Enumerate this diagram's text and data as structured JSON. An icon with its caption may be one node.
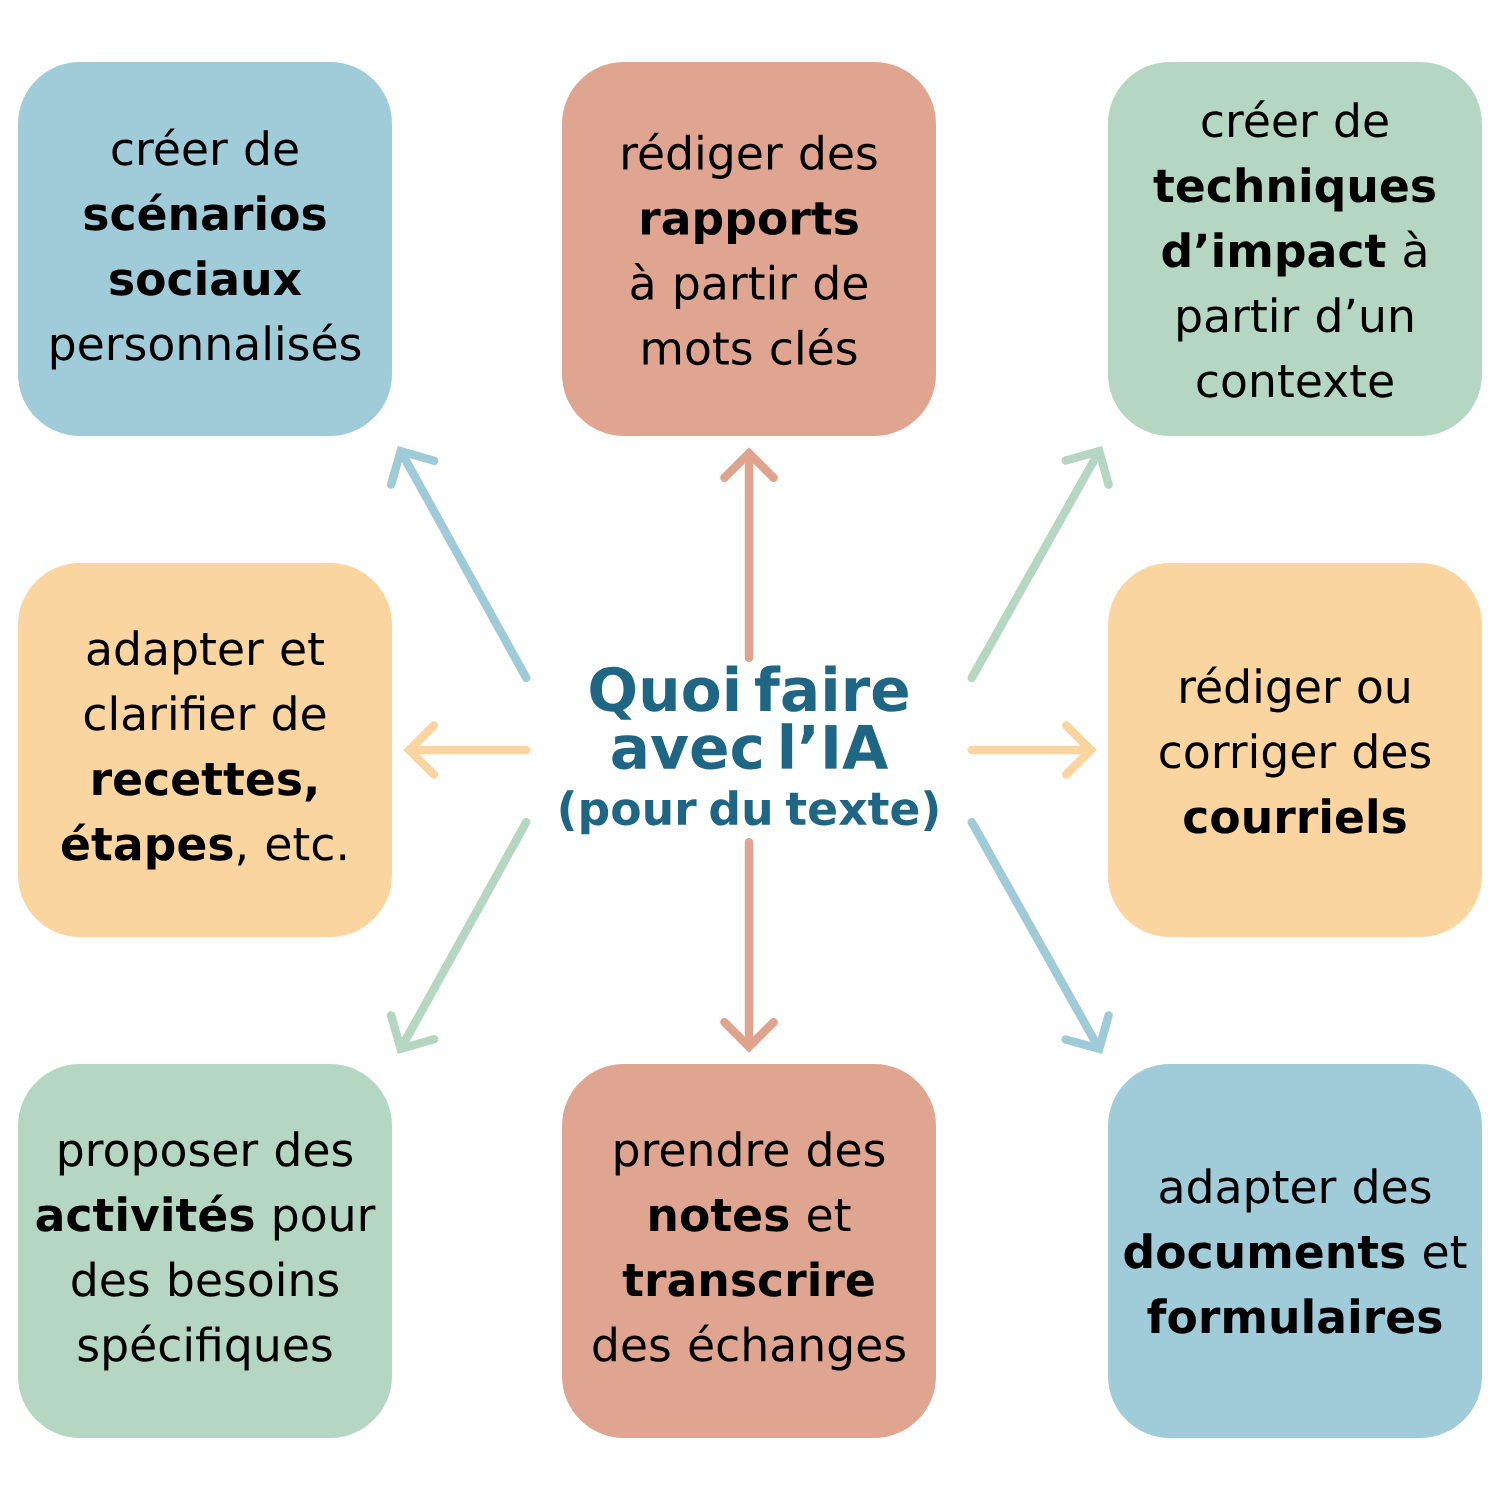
{
  "diagram": {
    "nodes": [
      {
        "text": [
          "créer de **scénarios sociaux** personnalisés"
        ]
      },
      {
        "text": [
          "rédiger des **rapports** à partir de mots clés"
        ]
      },
      {
        "text": [
          "créer de **techniques d’impact** à partir d’un contexte"
        ]
      },
      {
        "text": [
          "adapter et clarifier de **recettes, étapes**, etc."
        ]
      },
      {
        "text": [
          "Quoi faire avec l’IA",
          "(pour du texte)"
        ]
      },
      {
        "text": [
          "rédiger ou corriger des **courriels**"
        ]
      },
      {
        "text": [
          "proposer des **activités** pour des besoins spécifiques"
        ]
      },
      {
        "text": [
          "prendre des **notes** et **transcrire** des échanges"
        ]
      },
      {
        "text": [
          "adapter des **documents** et **formulaires**"
        ]
      }
    ],
    "edges": [
      {
        "from": 4,
        "to": 0,
        "arrow": "to",
        "color": "#9fcad8"
      },
      {
        "from": 4,
        "to": 1,
        "arrow": "to",
        "color": "#e0a38e"
      },
      {
        "from": 4,
        "to": 2,
        "arrow": "to",
        "color": "#b5d6c1"
      },
      {
        "from": 4,
        "to": 3,
        "arrow": "to",
        "color": "#fbd49f"
      },
      {
        "from": 4,
        "to": 5,
        "arrow": "to",
        "color": "#fbd49f"
      },
      {
        "from": 4,
        "to": 6,
        "arrow": "to",
        "color": "#b5d6c1"
      },
      {
        "from": 4,
        "to": 7,
        "arrow": "to",
        "color": "#e0a38e"
      },
      {
        "from": 4,
        "to": 8,
        "arrow": "to",
        "color": "#9fcad8"
      }
    ]
  }
}
